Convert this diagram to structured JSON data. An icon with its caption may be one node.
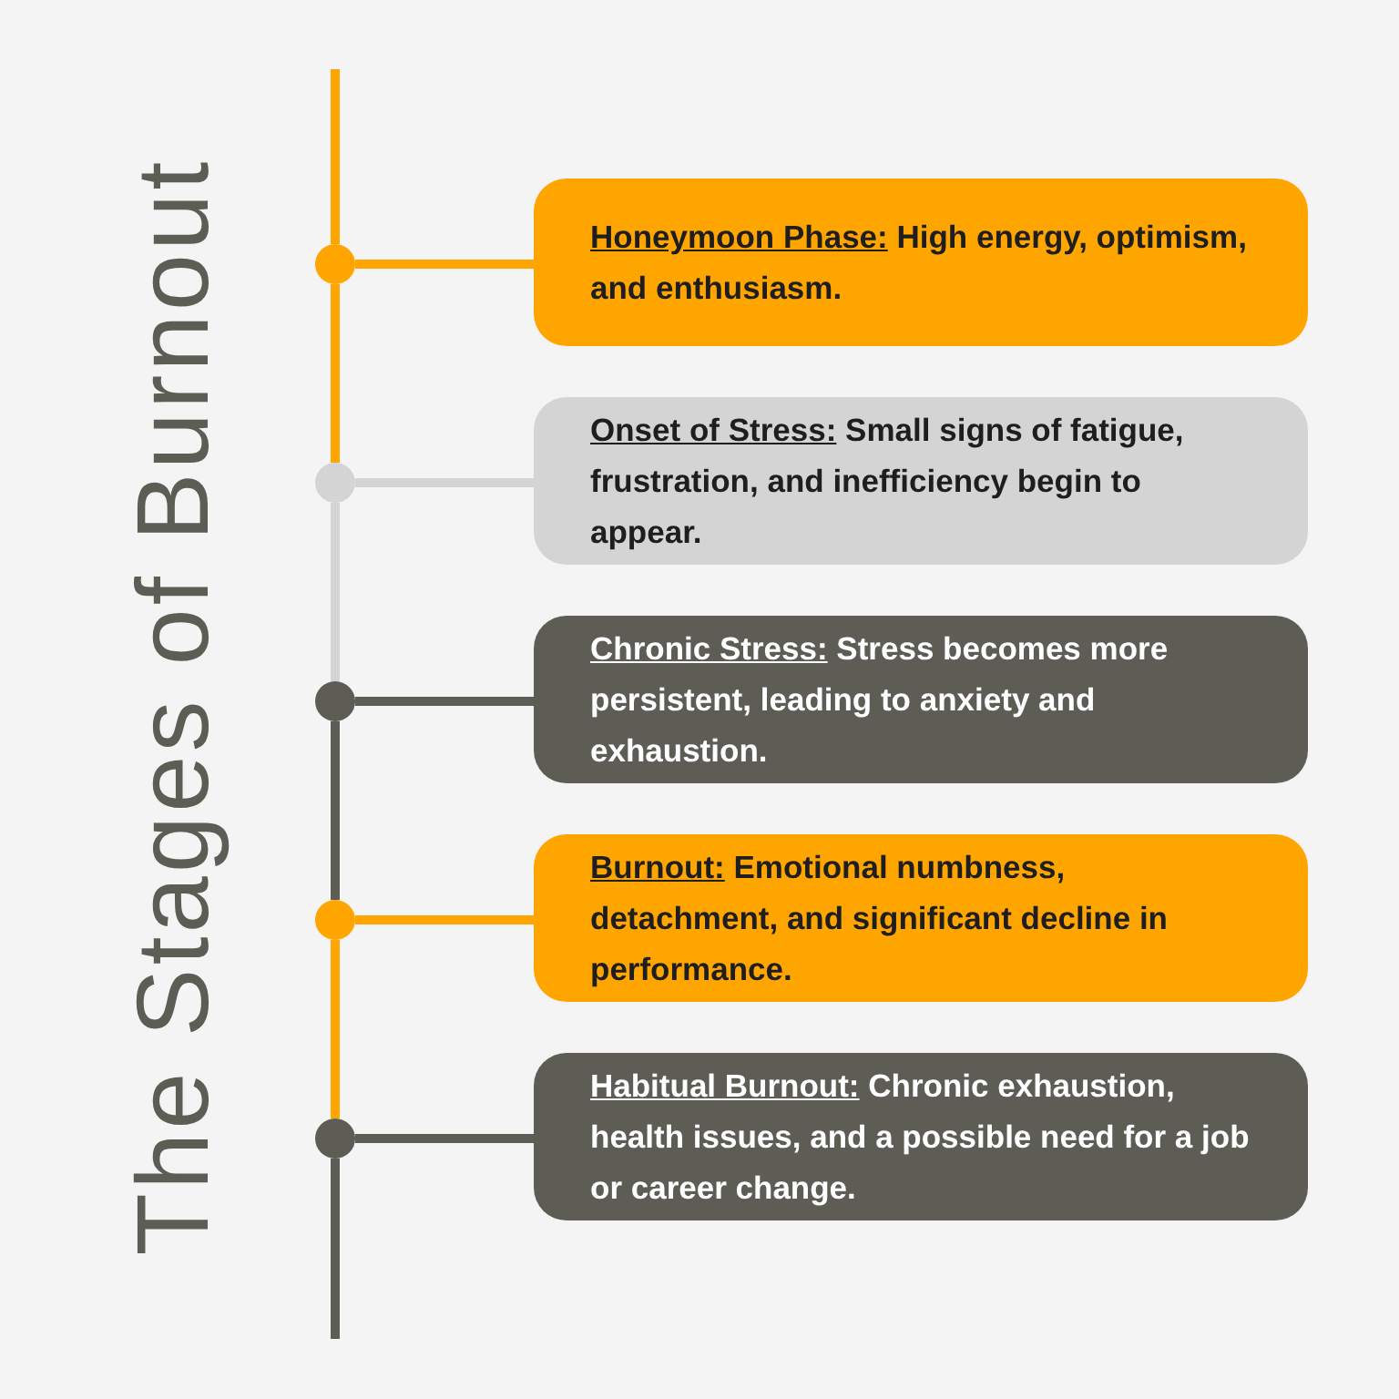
{
  "diagram": {
    "title": "The Stages of Burnout",
    "nodes": [
      {
        "text": [
          "**Honeymoon Phase:** High energy, optimism, and enthusiasm."
        ]
      },
      {
        "text": [
          "**Onset of Stress:** Small signs of fatigue, frustration, and inefficiency begin to appear."
        ]
      },
      {
        "text": [
          "**Chronic Stress:** Stress becomes more persistent, leading to anxiety and exhaustion."
        ]
      },
      {
        "text": [
          "**Burnout:** Emotional numbness, detachment, and significant decline in performance."
        ]
      },
      {
        "text": [
          "**Habitual Burnout:** Chronic exhaustion, health issues, and a possible need for a job or career change."
        ]
      },
      {
        "text": [],
        "shape": "circle"
      },
      {
        "text": [],
        "shape": "circle"
      },
      {
        "text": [],
        "shape": "circle"
      },
      {
        "text": [],
        "shape": "circle"
      },
      {
        "text": [],
        "shape": "circle"
      }
    ],
    "edges": [
      {
        "from": 5,
        "to": 0,
        "arrow": "none",
        "color": "#ffa500"
      },
      {
        "from": 6,
        "to": 1,
        "arrow": "none",
        "color": "#d4d4d4"
      },
      {
        "from": 7,
        "to": 2,
        "arrow": "none",
        "color": "#5d5d56"
      },
      {
        "from": 8,
        "to": 3,
        "arrow": "none",
        "color": "#ffa500"
      },
      {
        "from": 9,
        "to": 4,
        "arrow": "none",
        "color": "#5d5d56"
      },
      {
        "from": null,
        "to": 5,
        "arrow": "none",
        "color": "#ffa500"
      },
      {
        "from": 5,
        "to": 6,
        "arrow": "none",
        "color": "#ffa500"
      },
      {
        "from": 6,
        "to": 7,
        "arrow": "none",
        "color": "#d4d4d4"
      },
      {
        "from": 7,
        "to": 8,
        "arrow": "none",
        "color": "#5d5d56"
      },
      {
        "from": 8,
        "to": 9,
        "arrow": "none",
        "color": "#ffa500"
      },
      {
        "from": 9,
        "to": null,
        "arrow": "none",
        "color": "#5d5d56"
      }
    ]
  }
}
